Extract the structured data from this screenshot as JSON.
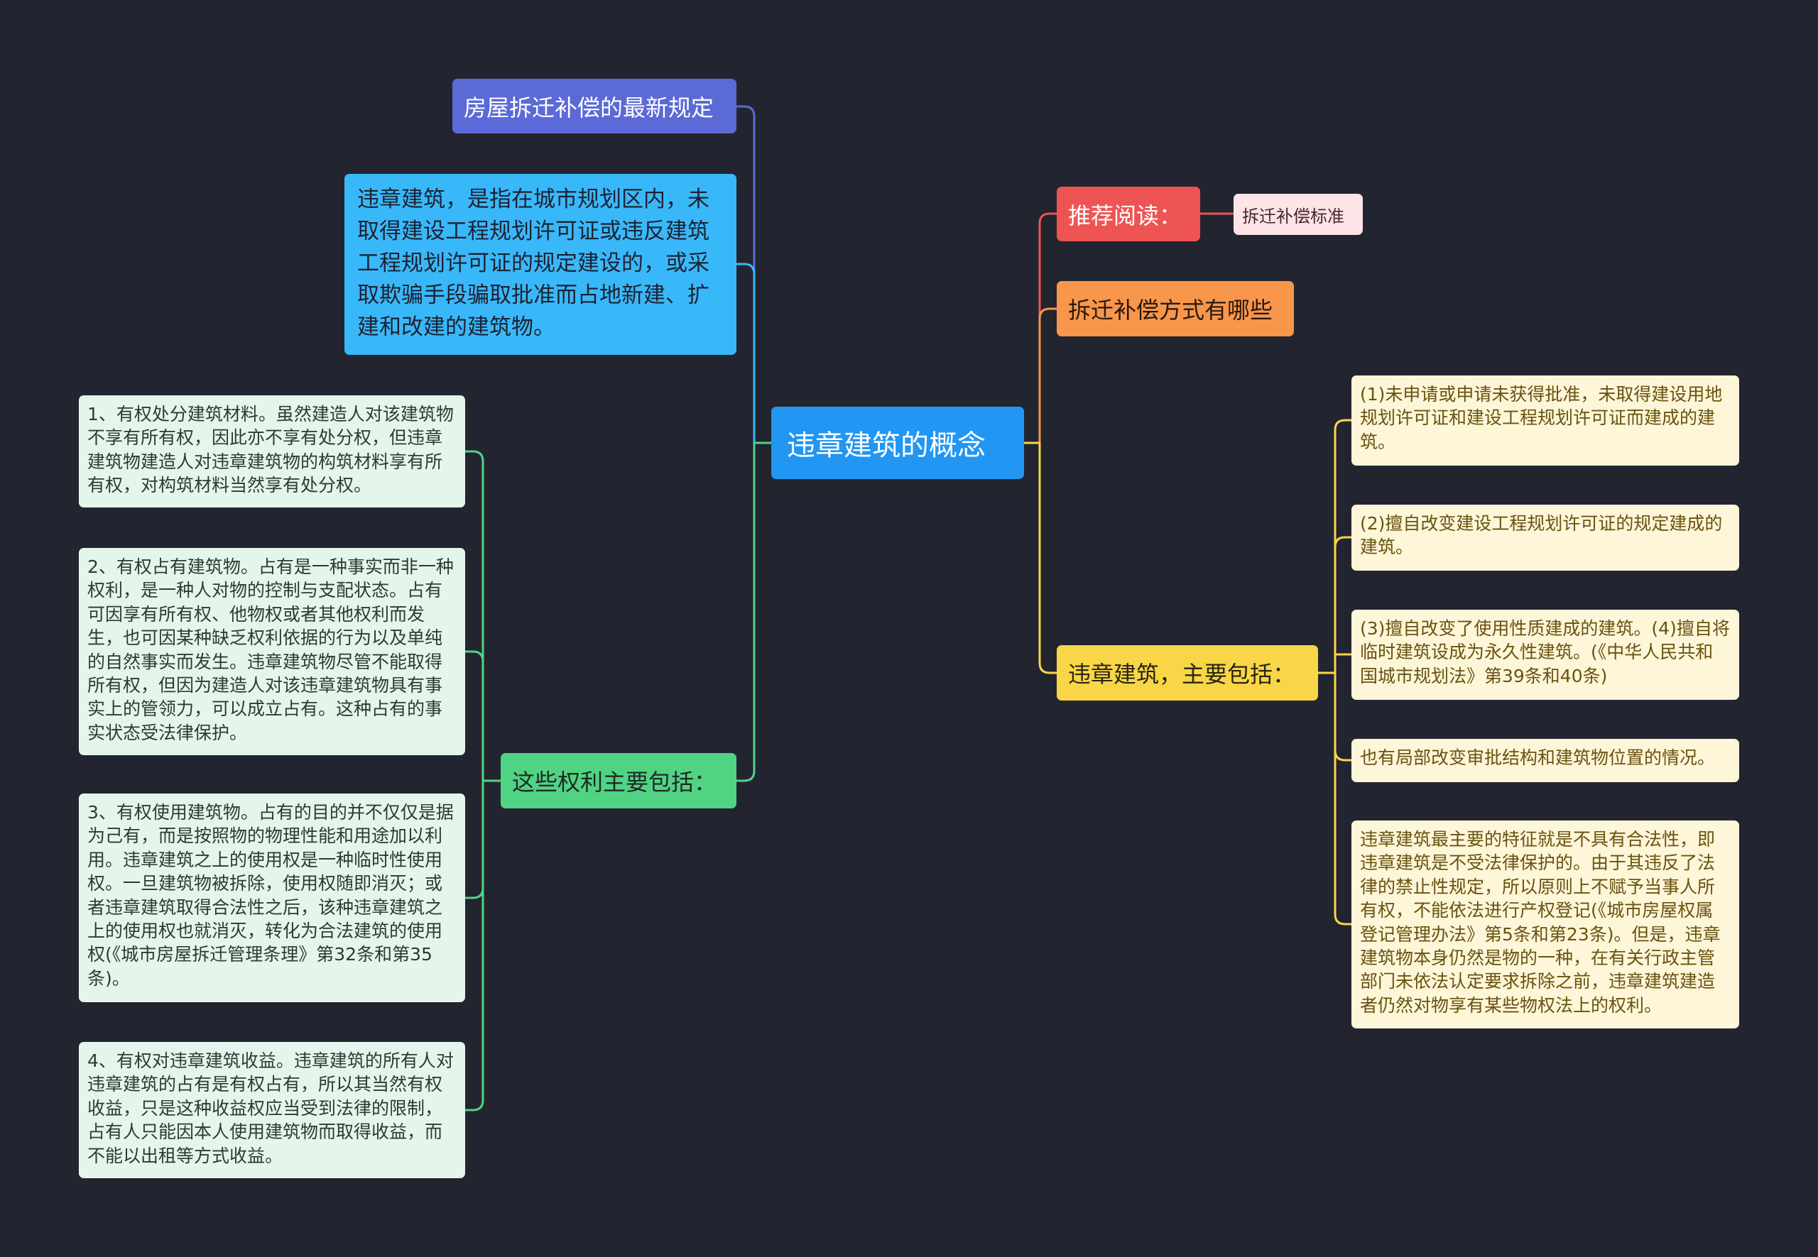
{
  "center": {
    "label": "违章建筑的概念"
  },
  "left": {
    "latest_rules": "房屋拆迁补偿的最新规定",
    "definition": "违章建筑，是指在城市规划区内，未取得建设工程规划许可证或违反建筑工程规划许可证的规定建设的，或采取欺骗手段骗取批准而占地新建、扩建和改建的建筑物。",
    "rights_heading": "这些权利主要包括：",
    "rights": [
      "1、有权处分建筑材料。虽然建造人对该建筑物不享有所有权，因此亦不享有处分权，但违章建筑物建造人对违章建筑物的构筑材料享有所有权，对构筑材料当然享有处分权。",
      "2、有权占有建筑物。占有是一种事实而非一种权利，是一种人对物的控制与支配状态。占有可因享有所有权、他物权或者其他权利而发生，也可因某种缺乏权利依据的行为以及单纯的自然事实而发生。违章建筑物尽管不能取得所有权，但因为建造人对该违章建筑物具有事实上的管领力，可以成立占有。这种占有的事实状态受法律保护。",
      "3、有权使用建筑物。占有的目的并不仅仅是据为己有，而是按照物的物理性能和用途加以利用。违章建筑之上的使用权是一种临时性使用权。一旦建筑物被拆除，使用权随即消灭；或者违章建筑取得合法性之后，该种违章建筑之上的使用权也就消灭，转化为合法建筑的使用权(《城市房屋拆迁管理条理》第32条和第35条)。",
      "4、有权对违章建筑收益。违章建筑的所有人对违章建筑的占有是有权占有，所以其当然有权收益，只是这种收益权应当受到法律的限制，占有人只能因本人使用建筑物而取得收益，而不能以出租等方式收益。"
    ]
  },
  "right": {
    "recommend": "推荐阅读：",
    "recommend_link": "拆迁补偿标准",
    "methods": "拆迁补偿方式有哪些",
    "includes_heading": "违章建筑，主要包括：",
    "includes": [
      "(1)未申请或申请未获得批准，未取得建设用地规划许可证和建设工程规划许可证而建成的建筑。",
      "(2)擅自改变建设工程规划许可证的规定建成的建筑。",
      "(3)擅自改变了使用性质建成的建筑。(4)擅自将临时建筑设成为永久性建筑。(《中华人民共和国城市规划法》第39条和40条)",
      "也有局部改变审批结构和建筑物位置的情况。",
      "违章建筑最主要的特征就是不具有合法性，即违章建筑是不受法律保护的。由于其违反了法律的禁止性规定，所以原则上不赋予当事人所有权，不能依法进行产权登记(《城市房屋权属登记管理办法》第5条和第23条)。但是，违章建筑物本身仍然是物的一种，在有关行政主管部门未依法认定要求拆除之前，违章建筑建造者仍然对物享有某些物权法上的权利。"
    ]
  },
  "colors": {
    "background": "#22252f",
    "link_blue": "#5b6ad6",
    "link_cyan": "#39b8f9",
    "link_green": "#51d384",
    "link_red": "#ee5454",
    "link_orange": "#f8964c",
    "link_yellow": "#f8d647"
  }
}
